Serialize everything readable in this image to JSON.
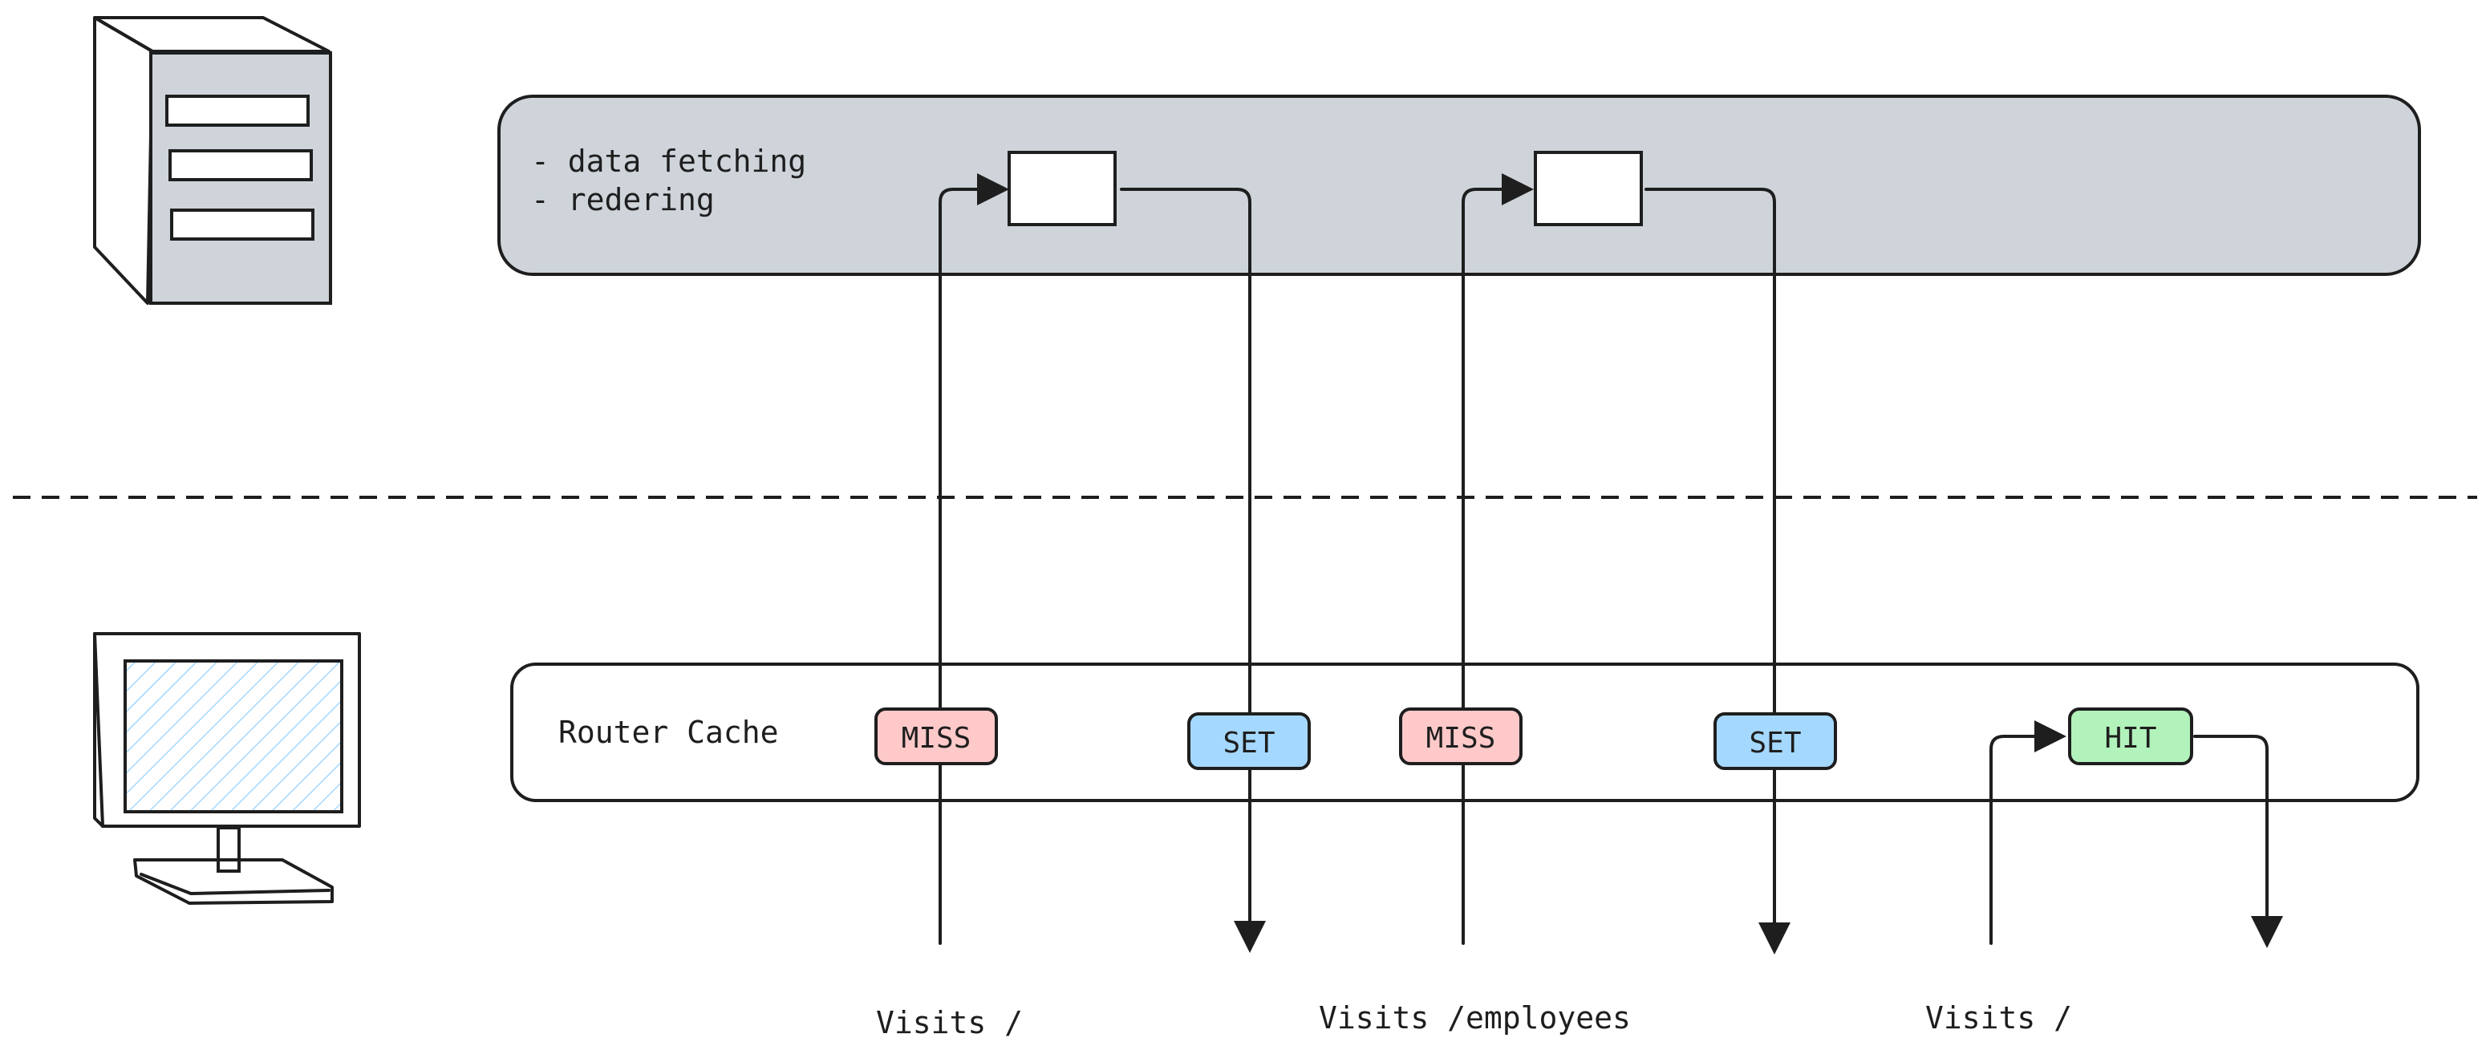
{
  "server_panel": {
    "lines": [
      "- data fetching",
      "- redering"
    ]
  },
  "cache_panel": {
    "label": "Router Cache"
  },
  "badges": {
    "miss_1": "MISS",
    "set_1": "SET",
    "miss_2": "MISS",
    "set_2": "SET",
    "hit_1": "HIT"
  },
  "visits": {
    "root_1": "Visits /",
    "employees": "Visits /employees",
    "root_2": "Visits /"
  },
  "colors": {
    "server_panel_fill": "#ced4da",
    "server_fill": "#ced4da",
    "miss_fill": "#ffc9c9",
    "set_fill": "#a5d8ff",
    "hit_fill": "#b2f2bb",
    "screen_hatch": "#a5d8ff",
    "stroke": "#1e1e1e"
  }
}
